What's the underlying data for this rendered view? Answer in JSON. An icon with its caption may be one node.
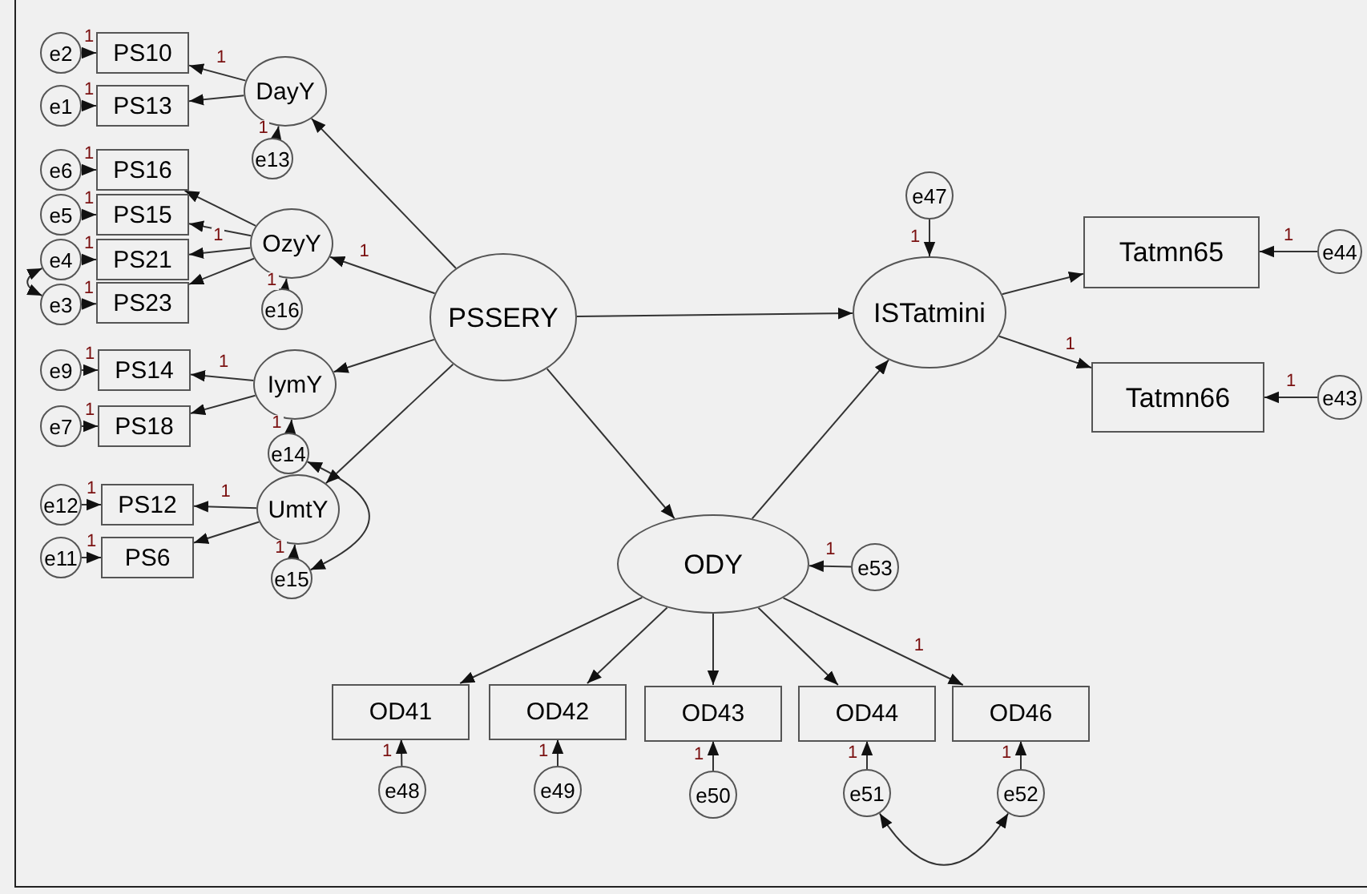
{
  "diagram": {
    "nodes": [
      {
        "text": [
          "e2"
        ]
      },
      {
        "text": [
          "PS10"
        ]
      },
      {
        "text": [
          "e1"
        ]
      },
      {
        "text": [
          "PS13"
        ]
      },
      {
        "text": [
          "DayY"
        ]
      },
      {
        "text": [
          "e13"
        ]
      },
      {
        "text": [
          "e6"
        ]
      },
      {
        "text": [
          "PS16"
        ]
      },
      {
        "text": [
          "e5"
        ]
      },
      {
        "text": [
          "PS15"
        ]
      },
      {
        "text": [
          "e4"
        ]
      },
      {
        "text": [
          "PS21"
        ]
      },
      {
        "text": [
          "e3"
        ]
      },
      {
        "text": [
          "PS23"
        ]
      },
      {
        "text": [
          "OzyY"
        ]
      },
      {
        "text": [
          "e16"
        ]
      },
      {
        "text": [
          "e9"
        ]
      },
      {
        "text": [
          "PS14"
        ]
      },
      {
        "text": [
          "e7"
        ]
      },
      {
        "text": [
          "PS18"
        ]
      },
      {
        "text": [
          "IymY"
        ]
      },
      {
        "text": [
          "e14"
        ]
      },
      {
        "text": [
          "e12"
        ]
      },
      {
        "text": [
          "PS12"
        ]
      },
      {
        "text": [
          "e11"
        ]
      },
      {
        "text": [
          "PS6"
        ]
      },
      {
        "text": [
          "UmtY"
        ]
      },
      {
        "text": [
          "e15"
        ]
      },
      {
        "text": [
          "PSSERY"
        ]
      },
      {
        "text": [
          "e47"
        ]
      },
      {
        "text": [
          "ISTatmini"
        ]
      },
      {
        "text": [
          "Tatmn65"
        ]
      },
      {
        "text": [
          "e44"
        ]
      },
      {
        "text": [
          "Tatmn66"
        ]
      },
      {
        "text": [
          "e43"
        ]
      },
      {
        "text": [
          "ODY"
        ]
      },
      {
        "text": [
          "e53"
        ]
      },
      {
        "text": [
          "OD41"
        ]
      },
      {
        "text": [
          "OD42"
        ]
      },
      {
        "text": [
          "OD43"
        ]
      },
      {
        "text": [
          "OD44"
        ]
      },
      {
        "text": [
          "OD46"
        ]
      },
      {
        "text": [
          "e48"
        ]
      },
      {
        "text": [
          "e49"
        ]
      },
      {
        "text": [
          "e50"
        ]
      },
      {
        "text": [
          "e51"
        ]
      },
      {
        "text": [
          "e52"
        ]
      }
    ],
    "edges": [
      {
        "from": 4,
        "to": 1,
        "arrow": "to",
        "label": "1"
      },
      {
        "from": 4,
        "to": 3,
        "arrow": "to"
      },
      {
        "from": 0,
        "to": 1,
        "arrow": "to",
        "label": "1"
      },
      {
        "from": 2,
        "to": 3,
        "arrow": "to",
        "label": "1"
      },
      {
        "from": 5,
        "to": 4,
        "arrow": "to",
        "label": "1"
      },
      {
        "from": 14,
        "to": 7,
        "arrow": "to"
      },
      {
        "from": 14,
        "to": 9,
        "arrow": "to"
      },
      {
        "from": 14,
        "to": 11,
        "arrow": "to",
        "label": "1"
      },
      {
        "from": 14,
        "to": 13,
        "arrow": "to"
      },
      {
        "from": 6,
        "to": 7,
        "arrow": "to",
        "label": "1"
      },
      {
        "from": 8,
        "to": 9,
        "arrow": "to",
        "label": "1"
      },
      {
        "from": 10,
        "to": 11,
        "arrow": "to",
        "label": "1"
      },
      {
        "from": 12,
        "to": 13,
        "arrow": "to",
        "label": "1"
      },
      {
        "from": 15,
        "to": 14,
        "arrow": "to",
        "label": "1"
      },
      {
        "from": 10,
        "to": 12,
        "arrow": "both"
      },
      {
        "from": 20,
        "to": 17,
        "arrow": "to",
        "label": "1"
      },
      {
        "from": 20,
        "to": 19,
        "arrow": "to"
      },
      {
        "from": 16,
        "to": 17,
        "arrow": "to",
        "label": "1"
      },
      {
        "from": 18,
        "to": 19,
        "arrow": "to",
        "label": "1"
      },
      {
        "from": 21,
        "to": 20,
        "arrow": "to",
        "label": "1"
      },
      {
        "from": 26,
        "to": 23,
        "arrow": "to",
        "label": "1"
      },
      {
        "from": 26,
        "to": 25,
        "arrow": "to"
      },
      {
        "from": 22,
        "to": 23,
        "arrow": "to",
        "label": "1"
      },
      {
        "from": 24,
        "to": 25,
        "arrow": "to",
        "label": "1"
      },
      {
        "from": 27,
        "to": 26,
        "arrow": "to",
        "label": "1"
      },
      {
        "from": 21,
        "to": 27,
        "arrow": "both"
      },
      {
        "from": 28,
        "to": 4,
        "arrow": "to"
      },
      {
        "from": 28,
        "to": 14,
        "arrow": "to",
        "label": "1"
      },
      {
        "from": 28,
        "to": 20,
        "arrow": "to"
      },
      {
        "from": 28,
        "to": 26,
        "arrow": "to"
      },
      {
        "from": 28,
        "to": 30,
        "arrow": "to"
      },
      {
        "from": 28,
        "to": 35,
        "arrow": "to"
      },
      {
        "from": 35,
        "to": 30,
        "arrow": "to"
      },
      {
        "from": 29,
        "to": 30,
        "arrow": "to",
        "label": "1"
      },
      {
        "from": 30,
        "to": 31,
        "arrow": "to"
      },
      {
        "from": 30,
        "to": 33,
        "arrow": "to",
        "label": "1"
      },
      {
        "from": 32,
        "to": 31,
        "arrow": "to",
        "label": "1"
      },
      {
        "from": 34,
        "to": 33,
        "arrow": "to",
        "label": "1"
      },
      {
        "from": 36,
        "to": 35,
        "arrow": "to",
        "label": "1"
      },
      {
        "from": 35,
        "to": 37,
        "arrow": "to"
      },
      {
        "from": 35,
        "to": 38,
        "arrow": "to"
      },
      {
        "from": 35,
        "to": 39,
        "arrow": "to"
      },
      {
        "from": 35,
        "to": 40,
        "arrow": "to"
      },
      {
        "from": 35,
        "to": 41,
        "arrow": "to",
        "label": "1"
      },
      {
        "from": 42,
        "to": 37,
        "arrow": "to",
        "label": "1"
      },
      {
        "from": 43,
        "to": 38,
        "arrow": "to",
        "label": "1"
      },
      {
        "from": 44,
        "to": 39,
        "arrow": "to",
        "label": "1"
      },
      {
        "from": 45,
        "to": 40,
        "arrow": "to",
        "label": "1"
      },
      {
        "from": 46,
        "to": 41,
        "arrow": "to",
        "label": "1"
      },
      {
        "from": 45,
        "to": 46,
        "arrow": "both"
      }
    ]
  }
}
